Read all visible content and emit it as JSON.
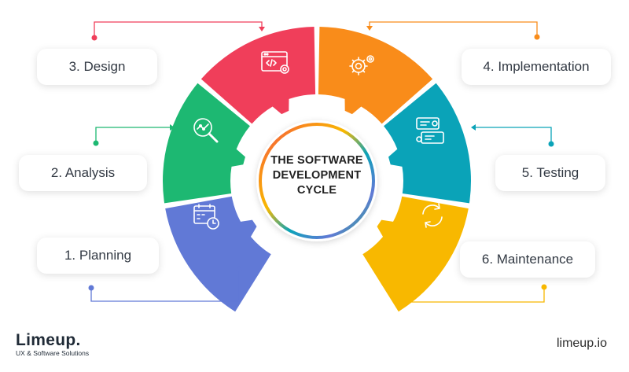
{
  "center": {
    "line1": "THE SOFTWARE",
    "line2": "DEVELOPMENT",
    "line3": "CYCLE"
  },
  "steps": [
    {
      "label": "1. Planning",
      "color": "#6179d6",
      "icon": "calendar-clock-icon"
    },
    {
      "label": "2. Analysis",
      "color": "#1db872",
      "icon": "magnifier-chart-icon"
    },
    {
      "label": "3. Design",
      "color": "#f03e5a",
      "icon": "code-window-icon"
    },
    {
      "label": "4. Implementation",
      "color": "#f98c1a",
      "icon": "gears-icon"
    },
    {
      "label": "5. Testing",
      "color": "#0aa3b8",
      "icon": "checklist-icon"
    },
    {
      "label": "6. Maintenance",
      "color": "#f8b800",
      "icon": "refresh-cycle-icon"
    }
  ],
  "brand": {
    "name": "Limeup.",
    "tagline": "UX & Software Solutions"
  },
  "website": "limeup.io"
}
